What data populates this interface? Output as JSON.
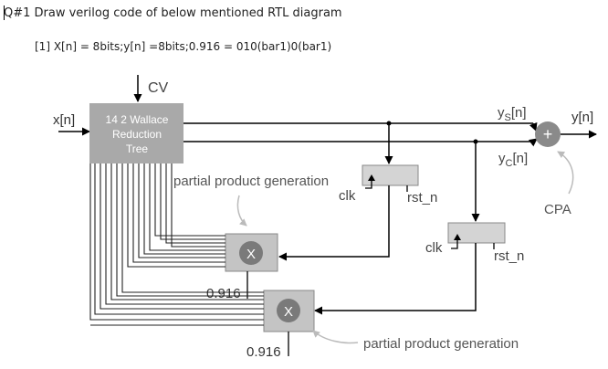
{
  "question": {
    "title": "Q#1 Draw verilog code of below mentioned RTL diagram",
    "subtitle": "[1]  X[n] = 8bits;y[n] =8bits;0.916 = 010(bar1)0(bar1)"
  },
  "diagram": {
    "input_label": "x[n]",
    "cv_label": "CV",
    "tree_lines": [
      "14 2 Wallace",
      "Reduction",
      "Tree"
    ],
    "ys_label_main": "y",
    "ys_label_sub": "S",
    "ys_label_suffix": "[n]",
    "yc_label_main": "y",
    "yc_label_sub": "C",
    "yc_label_suffix": "[n]",
    "output_label": "y[n]",
    "adder_symbol": "+",
    "cpa_label": "CPA",
    "ppg_label_1": "partial product generation",
    "ppg_label_2": "partial product generation",
    "clk_label_1": "clk",
    "rst_label_1": "rst_n",
    "clk_label_2": "clk",
    "rst_label_2": "rst_n",
    "mult_symbol_1": "X",
    "mult_symbol_2": "X",
    "const_1": "0.916",
    "const_2": "0.916",
    "colors": {
      "tree_fill": "#a9a9a9",
      "reg_fill": "#d4d4d4",
      "mult_box": "#c4c4c4",
      "mult_circle": "#7a7a7a",
      "adder_circle": "#8a8a8a",
      "line": "#000000",
      "text": "#333333",
      "muted": "#555555"
    }
  }
}
